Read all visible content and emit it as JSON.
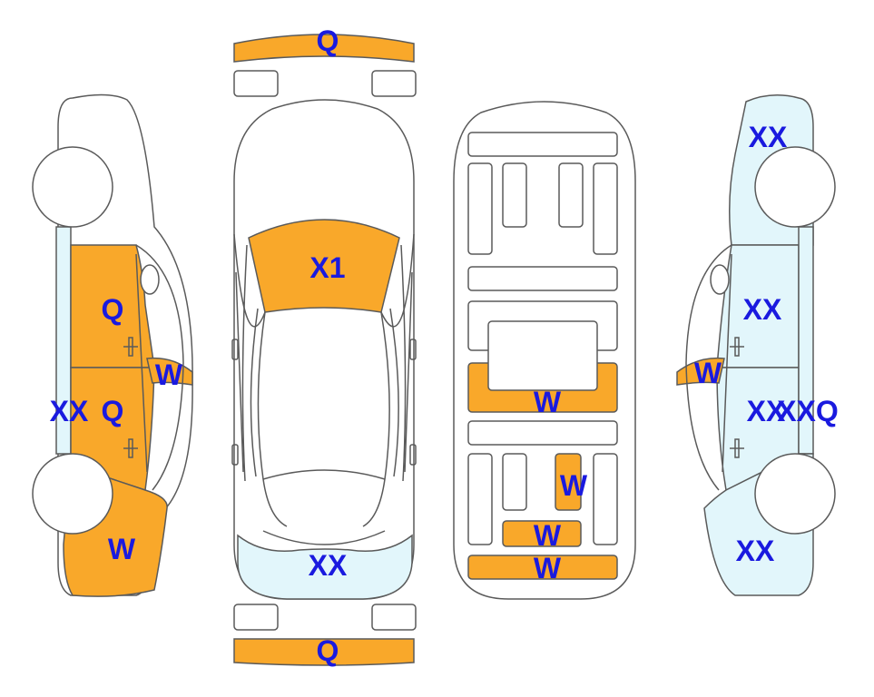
{
  "colors": {
    "damaged": "#f9a82a",
    "other": "#e2f6fb",
    "plain": "#ffffff",
    "outline": "#5a5a5a",
    "label": "#1a1adf"
  },
  "labels": {
    "front_bumper": "Q",
    "rear_bumper": "Q",
    "windshield": "X1",
    "rear_panel": "XX",
    "left_front_door": "Q",
    "left_rear_door": "Q",
    "left_mirror": "W",
    "left_rear_quarter": "W",
    "left_rocker": "XX",
    "floor_center": "W",
    "floor_small": "W",
    "floor_small2": "W",
    "floor_bottom": "W",
    "right_front_fender": "XX",
    "right_front_door": "XX",
    "right_mirror": "W",
    "right_rear_door": "XX",
    "right_rocker": "XXQ",
    "right_rear_quarter": "XX"
  }
}
